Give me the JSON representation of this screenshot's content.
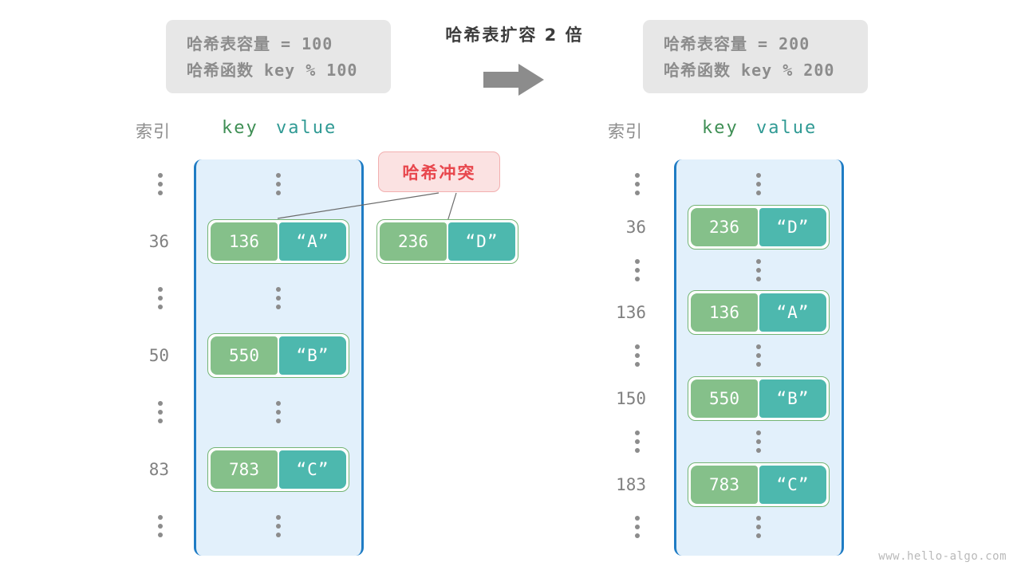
{
  "center": {
    "title": "哈希表扩容 2 倍",
    "arrow_icon": "arrow-right-icon",
    "arrow_color": "#8c8c8c"
  },
  "left_panel": {
    "info": {
      "capacity_line": "哈希表容量 = 100",
      "hash_fn_line": "哈希函数 key % 100"
    },
    "headers": {
      "index": "索引",
      "key": "key",
      "value": "value"
    },
    "rows": [
      {
        "index": "⋮",
        "type": "ellipsis"
      },
      {
        "index": "36",
        "type": "entry",
        "key": "136",
        "value": "“A”"
      },
      {
        "index": "⋮",
        "type": "ellipsis"
      },
      {
        "index": "50",
        "type": "entry",
        "key": "550",
        "value": "“B”"
      },
      {
        "index": "⋮",
        "type": "ellipsis"
      },
      {
        "index": "83",
        "type": "entry",
        "key": "783",
        "value": "“C”"
      },
      {
        "index": "⋮",
        "type": "ellipsis"
      }
    ]
  },
  "right_panel": {
    "info": {
      "capacity_line": "哈希表容量 = 200",
      "hash_fn_line": "哈希函数 key % 200"
    },
    "headers": {
      "index": "索引",
      "key": "key",
      "value": "value"
    },
    "rows": [
      {
        "index": "⋮",
        "type": "ellipsis"
      },
      {
        "index": "36",
        "type": "entry",
        "key": "236",
        "value": "“D”"
      },
      {
        "index": "⋮",
        "type": "ellipsis"
      },
      {
        "index": "136",
        "type": "entry",
        "key": "136",
        "value": "“A”"
      },
      {
        "index": "⋮",
        "type": "ellipsis"
      },
      {
        "index": "150",
        "type": "entry",
        "key": "550",
        "value": "“B”"
      },
      {
        "index": "⋮",
        "type": "ellipsis"
      },
      {
        "index": "183",
        "type": "entry",
        "key": "783",
        "value": "“C”"
      },
      {
        "index": "⋮",
        "type": "ellipsis"
      }
    ]
  },
  "collision": {
    "label": "哈希冲突",
    "orphan_entry": {
      "key": "236",
      "value": "“D”"
    }
  },
  "watermark": "www.hello-algo.com",
  "colors": {
    "key_box": "#85c08a",
    "value_box": "#4db8ae",
    "panel_fill": "#e2f0fb",
    "panel_border": "#1f7cc4",
    "collision_bg": "#fbe2e2",
    "collision_text": "#e8474d",
    "info_bg": "#e7e7e7",
    "muted_text": "#8c8c8c"
  }
}
